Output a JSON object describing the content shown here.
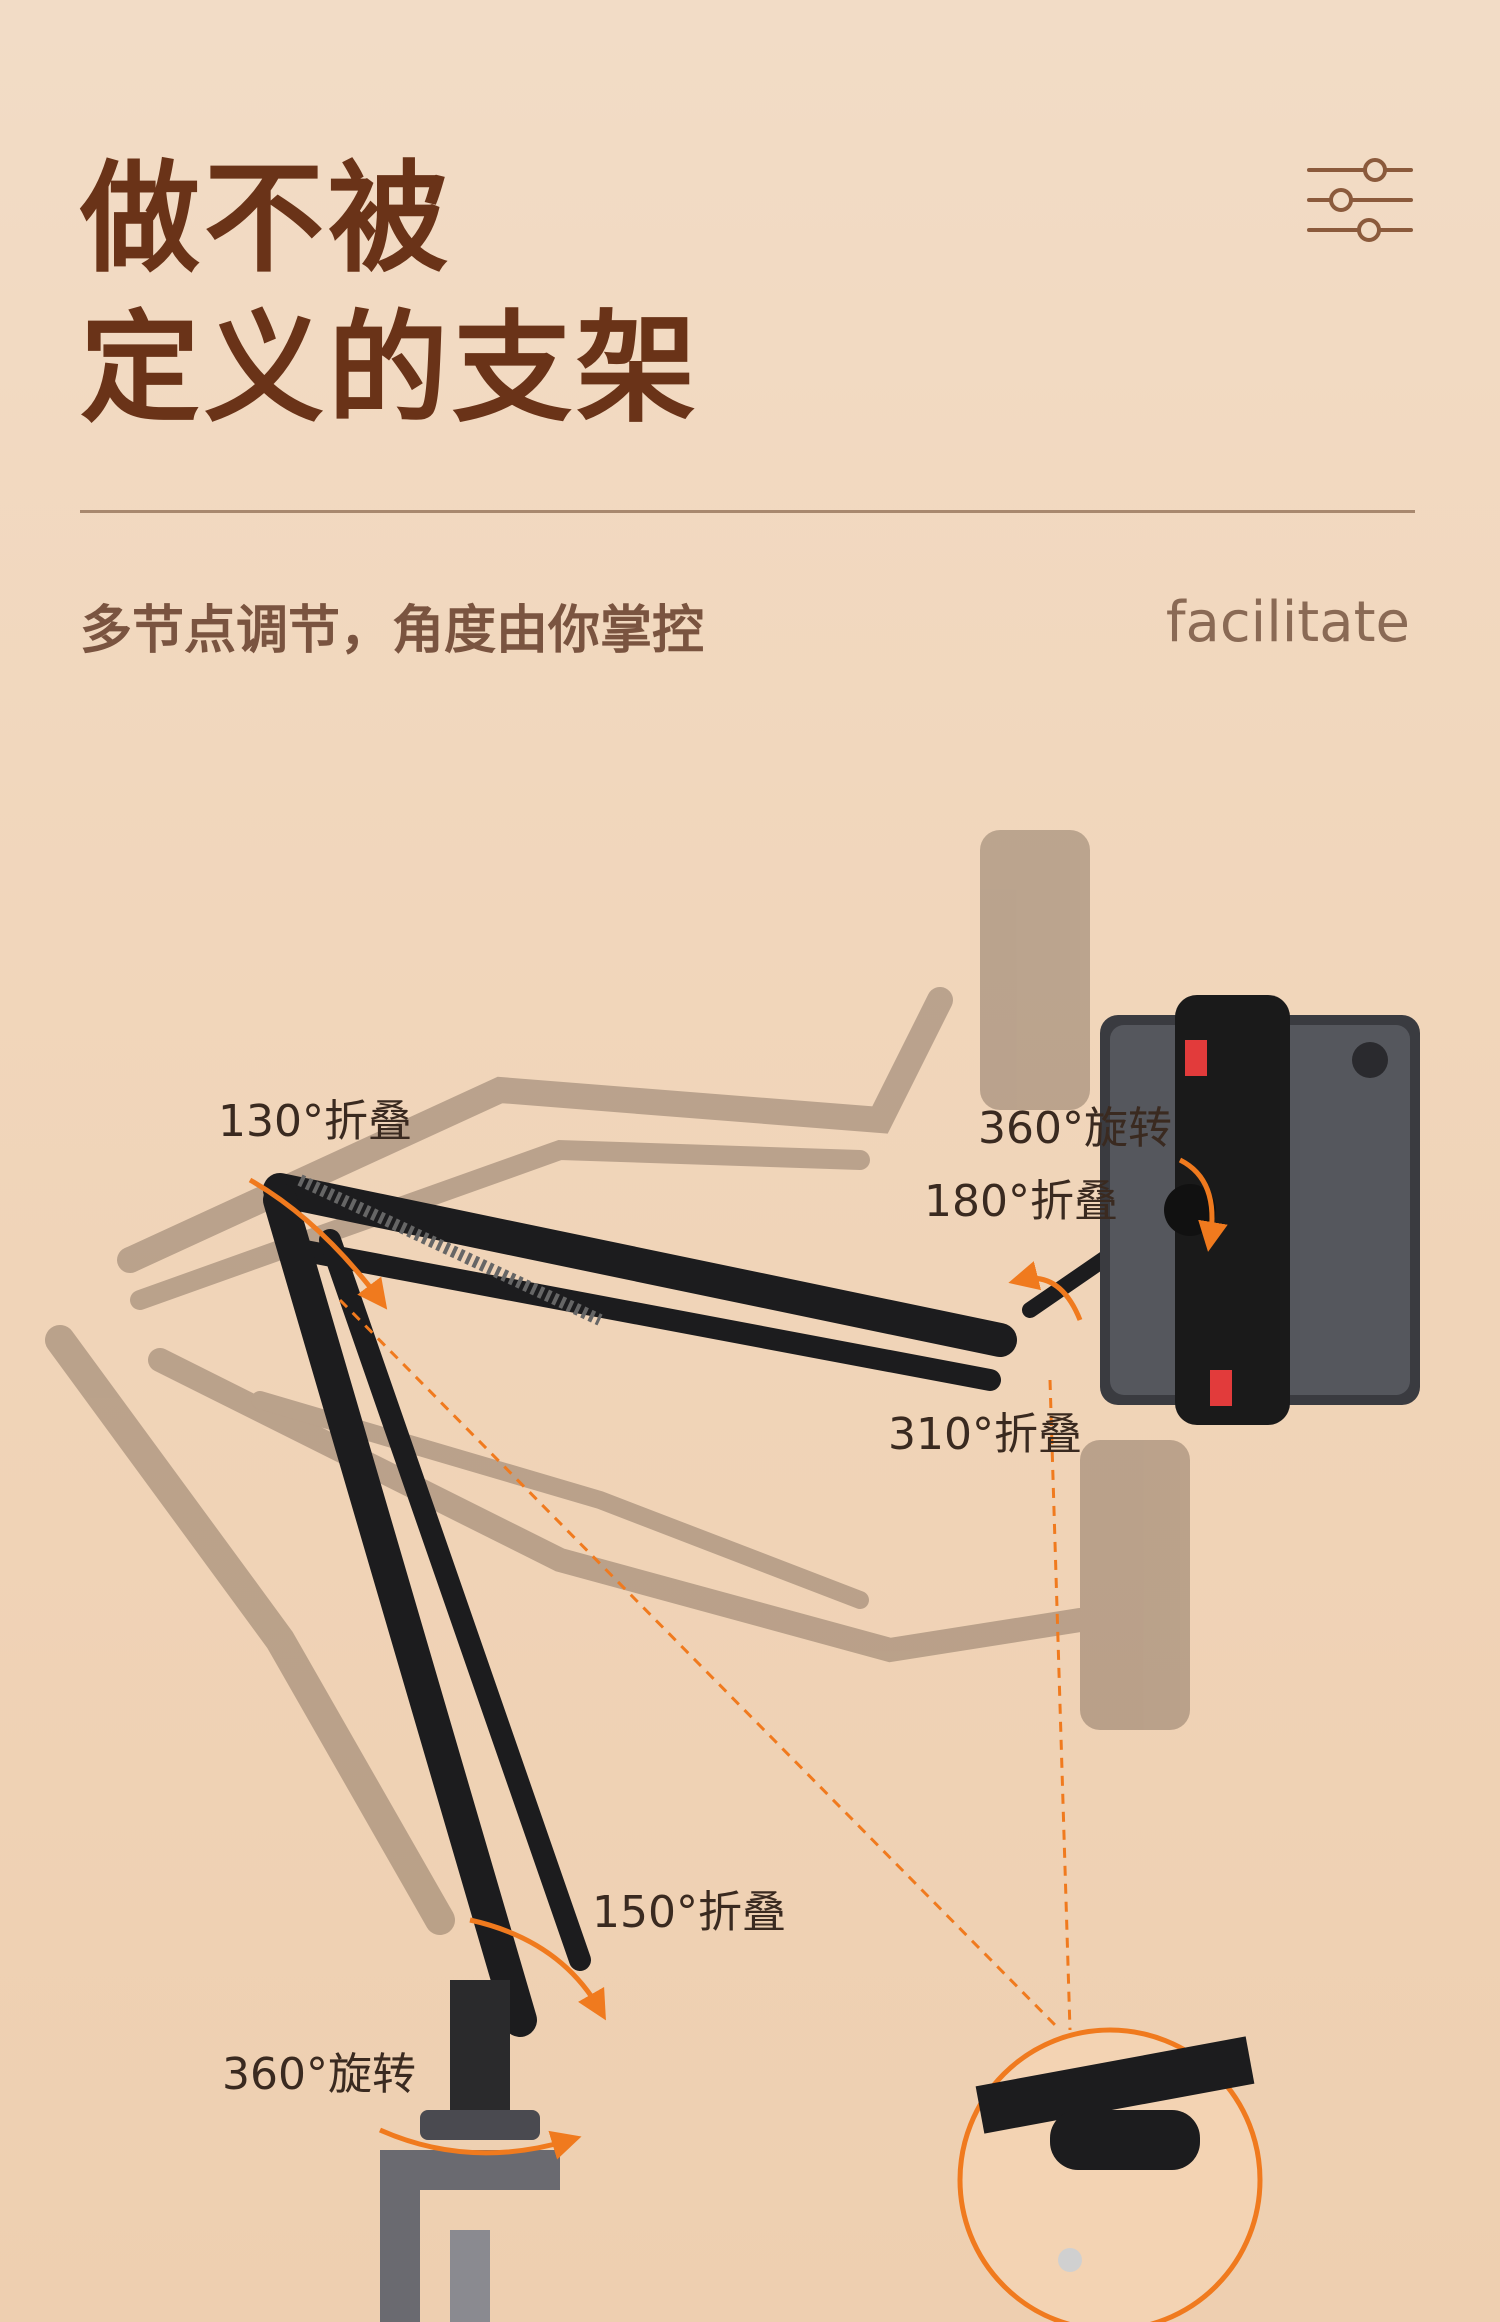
{
  "header": {
    "title_line1": "做不被",
    "title_line2": "定义的支架",
    "subtitle": "多节点调节，角度由你掌控",
    "tag_en": "facilitate",
    "icon": "sliders-icon"
  },
  "callouts": {
    "fold_130": "130°折叠",
    "rotate_360_top": "360°旋转",
    "fold_180": "180°折叠",
    "fold_310": "310°折叠",
    "fold_150": "150°折叠",
    "rotate_360_base": "360°旋转"
  },
  "colors": {
    "title": "#6a3318",
    "accent": "#f07a1e",
    "background": "#f1d6bb",
    "arm": "#1c1c1e"
  }
}
